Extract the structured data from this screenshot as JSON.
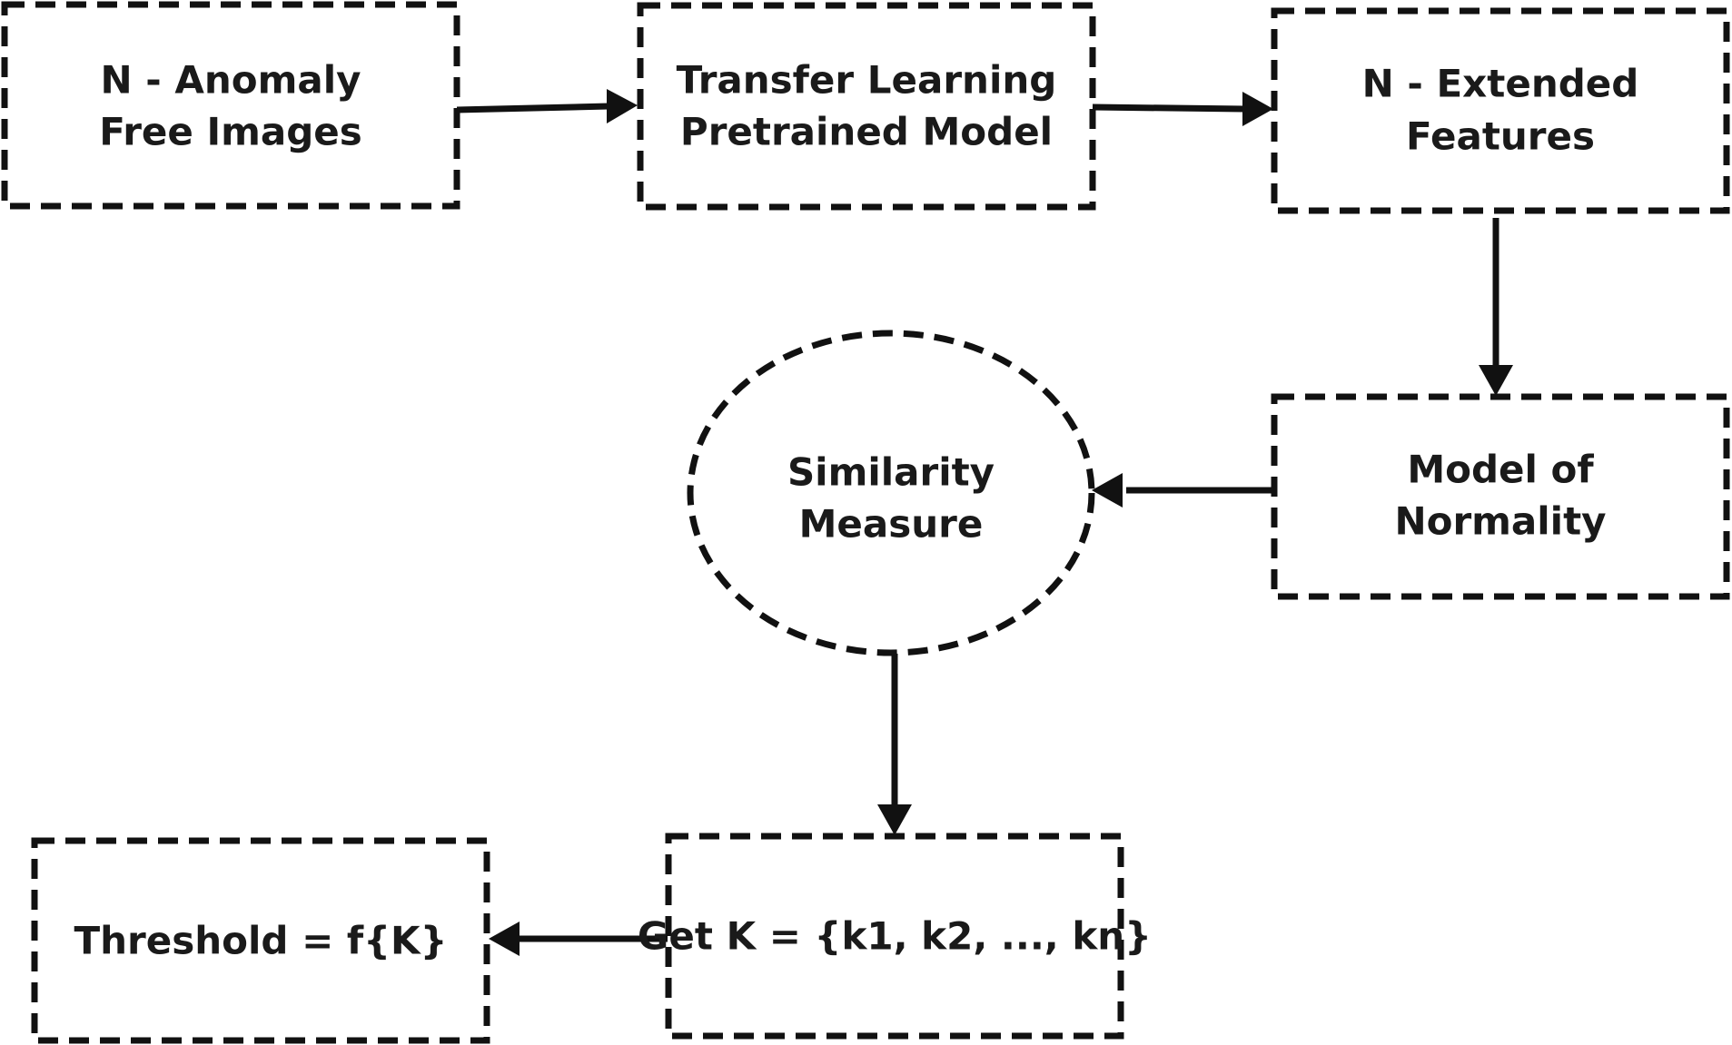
{
  "nodes": {
    "anomaly_free_images": {
      "line1": "N - Anomaly",
      "line2": "Free Images"
    },
    "pretrained_model": {
      "line1": "Transfer Learning",
      "line2": "Pretrained Model"
    },
    "extended_features": {
      "line1": "N - Extended",
      "line2": "Features"
    },
    "model_of_normality": {
      "line1": "Model of",
      "line2": "Normality"
    },
    "similarity_measure": {
      "line1": "Similarity",
      "line2": "Measure"
    },
    "get_k": {
      "line1": "Get K = {k1, k2, ..., kn}"
    },
    "threshold": {
      "line1": "Threshold = f{K}"
    }
  },
  "edges": [
    {
      "from": "anomaly_free_images",
      "to": "pretrained_model"
    },
    {
      "from": "pretrained_model",
      "to": "extended_features"
    },
    {
      "from": "extended_features",
      "to": "model_of_normality"
    },
    {
      "from": "model_of_normality",
      "to": "similarity_measure"
    },
    {
      "from": "similarity_measure",
      "to": "get_k"
    },
    {
      "from": "get_k",
      "to": "threshold"
    }
  ]
}
